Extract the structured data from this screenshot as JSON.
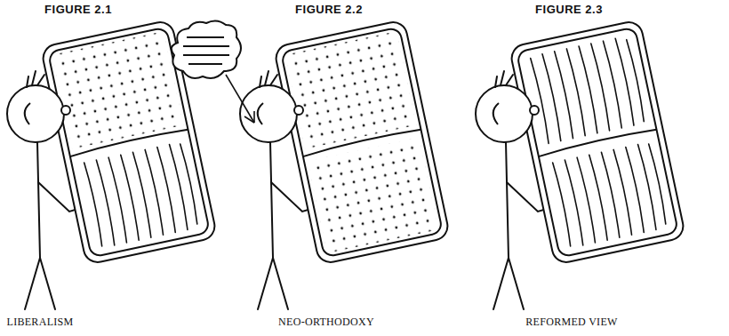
{
  "diagram": {
    "labels": [
      "FIGURE 2.1",
      "FIGURE 2.2",
      "FIGURE 2.3",
      "LIBERALISM",
      "NEO-ORTHODOXY",
      "REFORMED VIEW"
    ]
  }
}
